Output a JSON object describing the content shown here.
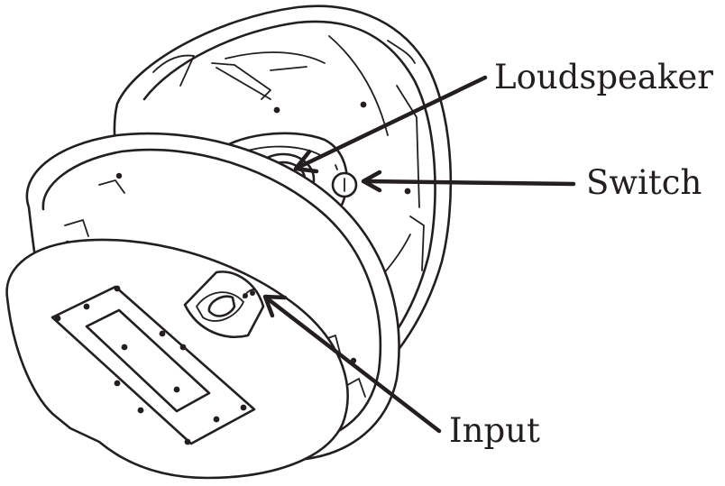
{
  "callouts": {
    "loudspeaker": "Loudspeaker",
    "switch": "Switch",
    "input": "Input"
  }
}
